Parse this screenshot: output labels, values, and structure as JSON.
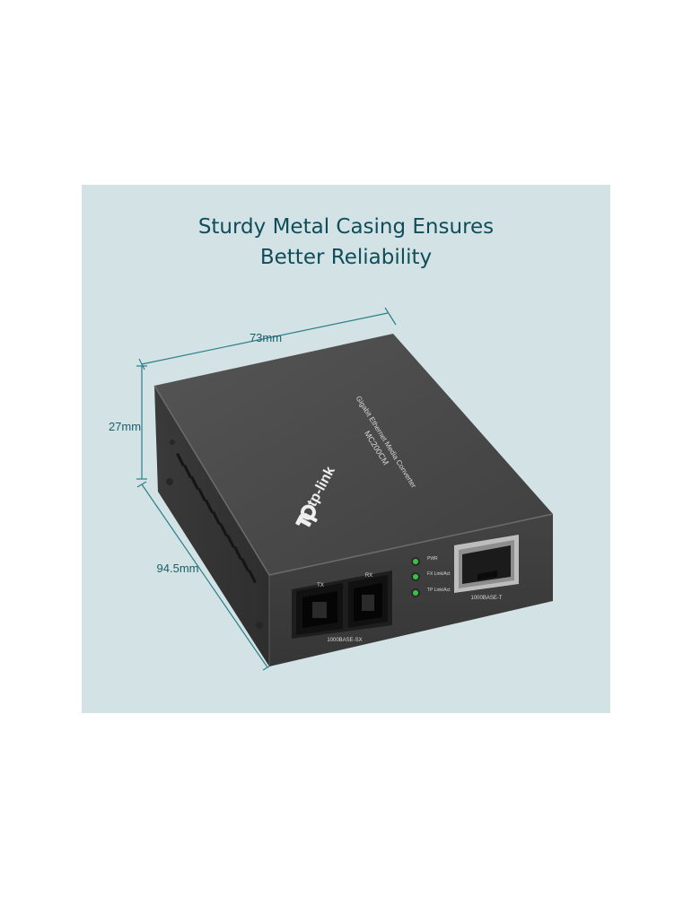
{
  "headline": {
    "line1": "Sturdy Metal Casing Ensures",
    "line2": "Better Reliability"
  },
  "dimensions": {
    "width": "73mm",
    "height": "27mm",
    "depth": "94.5mm"
  },
  "device": {
    "brand": "tp-link",
    "model_line1": "Gigabit Ethernet Media Converter",
    "model_line2": "MC200CM",
    "fiber_port_label": "1000BASE-SX",
    "fiber_tx": "TX",
    "fiber_rx": "RX",
    "rj45_label": "1000BASE-T",
    "leds": [
      "PWR",
      "FX Link/Act",
      "TP Link/Act"
    ]
  },
  "colors": {
    "panel": "#d3e3e5",
    "headline": "#0f4d5a",
    "casing_top": "#4a4a4a",
    "casing_front": "#3c3c3c",
    "led": "#3bc14a"
  }
}
